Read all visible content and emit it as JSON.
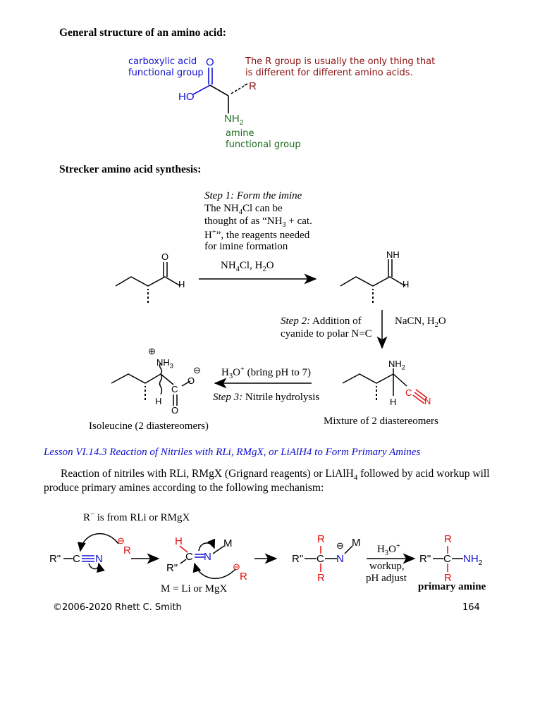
{
  "section1": {
    "heading": "General structure of an amino acid:",
    "carboxylic_label_1": "carboxylic acid",
    "carboxylic_label_2": "functional group",
    "r_note_1": "The R group is usually the only thing that",
    "r_note_2": "is different for different amino acids.",
    "amine_label_1": "amine",
    "amine_label_2": "functional group",
    "atom_O": "O",
    "atom_HO": "HO",
    "atom_R": "R",
    "atom_NH": "NH",
    "atom_NH_sub": "2"
  },
  "section2": {
    "heading": "Strecker amino acid synthesis:",
    "step1_title": "Step 1: Form the imine",
    "step1_line1_a": "The NH",
    "step1_line1_sub": "4",
    "step1_line1_b": "Cl can be",
    "step1_line2_a": "thought of as “NH",
    "step1_line2_sub": "3",
    "step1_line2_b": " + cat.",
    "step1_line3_a": "H",
    "step1_line3_sup": "+",
    "step1_line3_b": "”, the reagents needed",
    "step1_line4": "for imine formation",
    "reagent1_a": "NH",
    "reagent1_sub": "4",
    "reagent1_b": "Cl, H",
    "reagent1_sub2": "2",
    "reagent1_c": "O",
    "step2_title_it": "Step 2:",
    "step2_title_rest": " Addition of",
    "step2_line2": "cyanide to polar N=C",
    "reagent2_a": "NaCN, H",
    "reagent2_sub": "2",
    "reagent2_b": "O",
    "reagent3_a": "H",
    "reagent3_sub": "3",
    "reagent3_b": "O",
    "reagent3_sup": "+",
    "reagent3_c": " (bring pH to 7)",
    "step3_it": "Step 3:",
    "step3_rest": " Nitrile hydrolysis",
    "product_label": "Isoleucine (2 diastereomers)",
    "mixture_label": "Mixture of 2 diastereomers",
    "atom_O": "O",
    "atom_H": "H",
    "atom_NH": "NH",
    "atom_NH2": "NH",
    "sub2": "2",
    "sub3": "3",
    "atom_C": "C",
    "atom_N": "N",
    "minus": "⊖",
    "plus": "⊕"
  },
  "lesson": {
    "title": "Lesson VI.14.3 Reaction of Nitriles with RLi, RMgX, or LiAlH4 to Form Primary Amines",
    "para_line1": "Reaction of nitriles with RLi, RMgX (Grignard reagents) or LiAlH",
    "para_sub": "4",
    "para_line1_end": " followed by acid workup will",
    "para_line2": "produce primary amines according to the following mechanism:"
  },
  "mechanism": {
    "r_source_a": "R",
    "r_source_sup": "−",
    "r_source_b": " is from RLi or RMgX",
    "rpp": "R\"",
    "atom_C": "C",
    "atom_N": "N",
    "atom_R": "R",
    "atom_H": "H",
    "atom_M": "M",
    "m_label": "M = Li or MgX",
    "reagent_a": "H",
    "reagent_sub": "3",
    "reagent_b": "O",
    "reagent_sup": "+",
    "workup1": "workup,",
    "workup2": "pH adjust",
    "product_label": "primary amine",
    "nh2_a": "NH",
    "nh2_sub": "2"
  },
  "footer": {
    "copyright": "©2006-2020 Rhett C. Smith",
    "page_number": "164"
  }
}
